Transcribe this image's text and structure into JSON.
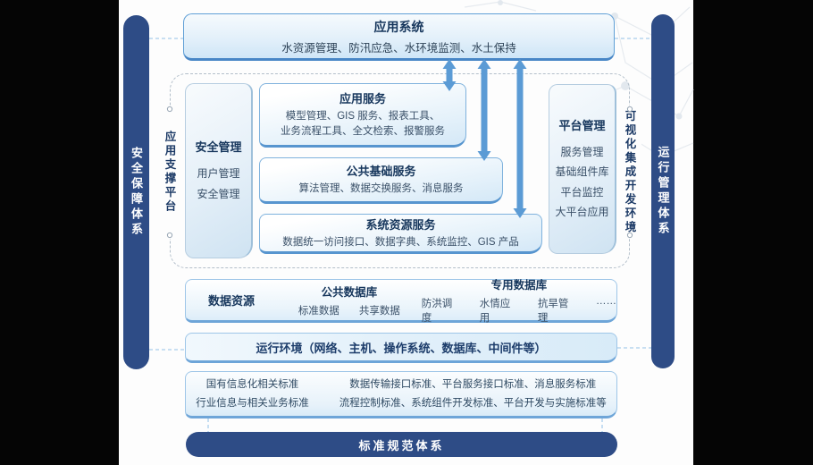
{
  "colors": {
    "navy": "#2e4c86",
    "arrow_blue": "#5b9bd5",
    "connector": "#a9cdec",
    "title_color": "#16365c"
  },
  "left_rail": {
    "label": "安全保障体系"
  },
  "right_rail": {
    "label": "运行管理体系"
  },
  "top_box": {
    "title": "应用系统",
    "subtitle": "水资源管理、防汛应急、水环境监测、水土保持"
  },
  "platform_frame": {
    "left_vertical_label": "应用支撑平台",
    "right_vertical_label": "可视化集成开发环境",
    "security_box": {
      "title": "安全管理",
      "items": [
        "用户管理",
        "安全管理"
      ]
    },
    "app_services_box": {
      "title": "应用服务",
      "lines": [
        "模型管理、GIS 服务、报表工具、",
        "业务流程工具、全文检索、报警服务"
      ]
    },
    "common_services_box": {
      "title": "公共基础服务",
      "lines": [
        "算法管理、数据交换服务、消息服务"
      ]
    },
    "system_resource_box": {
      "title": "系统资源服务",
      "lines": [
        "数据统一访问接口、数据字典、系统监控、GIS 产品"
      ]
    },
    "platform_mgmt_box": {
      "title": "平台管理",
      "items": [
        "服务管理",
        "基础组件库",
        "平台监控",
        "大平台应用"
      ]
    }
  },
  "data_resources": {
    "label": "数据资源",
    "public_db": {
      "title": "公共数据库",
      "items": [
        "标准数据",
        "共享数据"
      ]
    },
    "dedicated_db": {
      "title": "专用数据库",
      "items": [
        "防洪调度",
        "水情应用",
        "抗旱管理",
        "……"
      ]
    }
  },
  "runtime_env": {
    "label": "运行环境（网络、主机、操作系统、数据库、中间件等）"
  },
  "standards_box": {
    "left_lines": [
      "国有信息化相关标准",
      "行业信息与相关业务标准"
    ],
    "right_lines": [
      "数据传输接口标准、平台服务接口标准、消息服务标准",
      "流程控制标准、系统组件开发标准、平台开发与实施标准等"
    ]
  },
  "bottom_bar": {
    "label": "标准规范体系"
  }
}
